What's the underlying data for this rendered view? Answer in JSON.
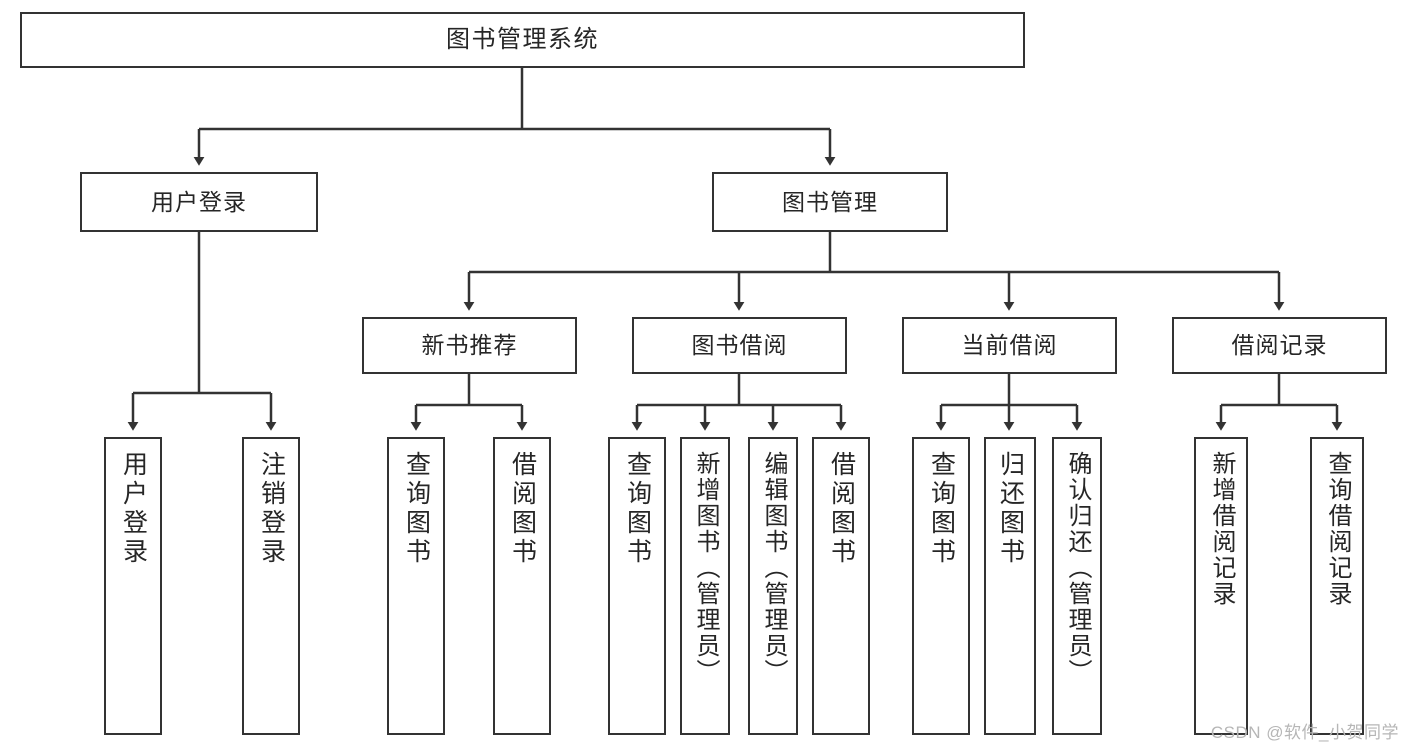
{
  "diagram": {
    "type": "tree-hierarchy",
    "title": "图书管理系统",
    "orientation": "top-down",
    "edge_style": "orthogonal-with-arrowheads",
    "colors": {
      "box_border": "#333333",
      "box_fill": "#ffffff",
      "text": "#262626",
      "line": "#333333",
      "watermark": "#b6b6b6",
      "background": "#ffffff"
    }
  },
  "root": {
    "label": "图书管理系统"
  },
  "level2": [
    {
      "id": "user-login",
      "label": "用户登录"
    },
    {
      "id": "book-manage",
      "label": "图书管理"
    }
  ],
  "level3": [
    {
      "id": "new-book-recommend",
      "label": "新书推荐"
    },
    {
      "id": "book-borrow",
      "label": "图书借阅"
    },
    {
      "id": "current-borrow",
      "label": "当前借阅"
    },
    {
      "id": "borrow-record",
      "label": "借阅记录"
    }
  ],
  "leaves": {
    "user_login": [
      {
        "id": "leaf-user-login",
        "label": "用户登录"
      },
      {
        "id": "leaf-logout-login",
        "label": "注销登录"
      }
    ],
    "new_book_recommend": [
      {
        "id": "leaf-query-book-1",
        "label": "查询图书"
      },
      {
        "id": "leaf-borrow-book-1",
        "label": "借阅图书"
      }
    ],
    "book_borrow": [
      {
        "id": "leaf-query-book-2",
        "label": "查询图书"
      },
      {
        "id": "leaf-add-book",
        "label": "新增图书（管理员）"
      },
      {
        "id": "leaf-edit-book",
        "label": "编辑图书（管理员）"
      },
      {
        "id": "leaf-borrow-book-2",
        "label": "借阅图书"
      }
    ],
    "current_borrow": [
      {
        "id": "leaf-query-book-3",
        "label": "查询图书"
      },
      {
        "id": "leaf-return-book",
        "label": "归还图书"
      },
      {
        "id": "leaf-confirm-return",
        "label": "确认归还（管理员）"
      }
    ],
    "borrow_record": [
      {
        "id": "leaf-add-record",
        "label": "新增借阅记录"
      },
      {
        "id": "leaf-query-record",
        "label": "查询借阅记录"
      }
    ]
  },
  "watermark": {
    "text": "CSDN @软件_小贺同学"
  }
}
